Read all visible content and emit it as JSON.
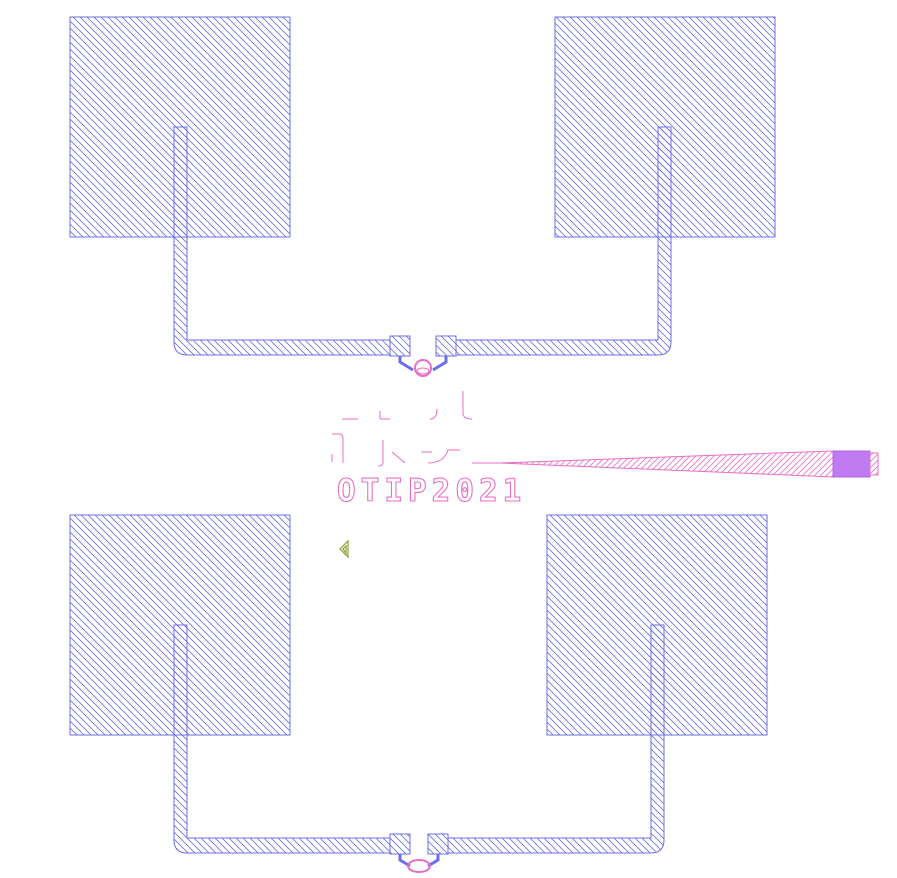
{
  "layout": {
    "label": "OTIP2021",
    "colors": {
      "metal": "#6b6ee8",
      "waveguide": "#e86fc4",
      "pad_fill": "#c07bf0",
      "marker": "#8aa12a",
      "background": "#ffffff"
    },
    "layers": [
      {
        "name": "metal",
        "pattern": "diagonal-hatch"
      },
      {
        "name": "waveguide",
        "pattern": "diagonal-hatch"
      }
    ]
  }
}
